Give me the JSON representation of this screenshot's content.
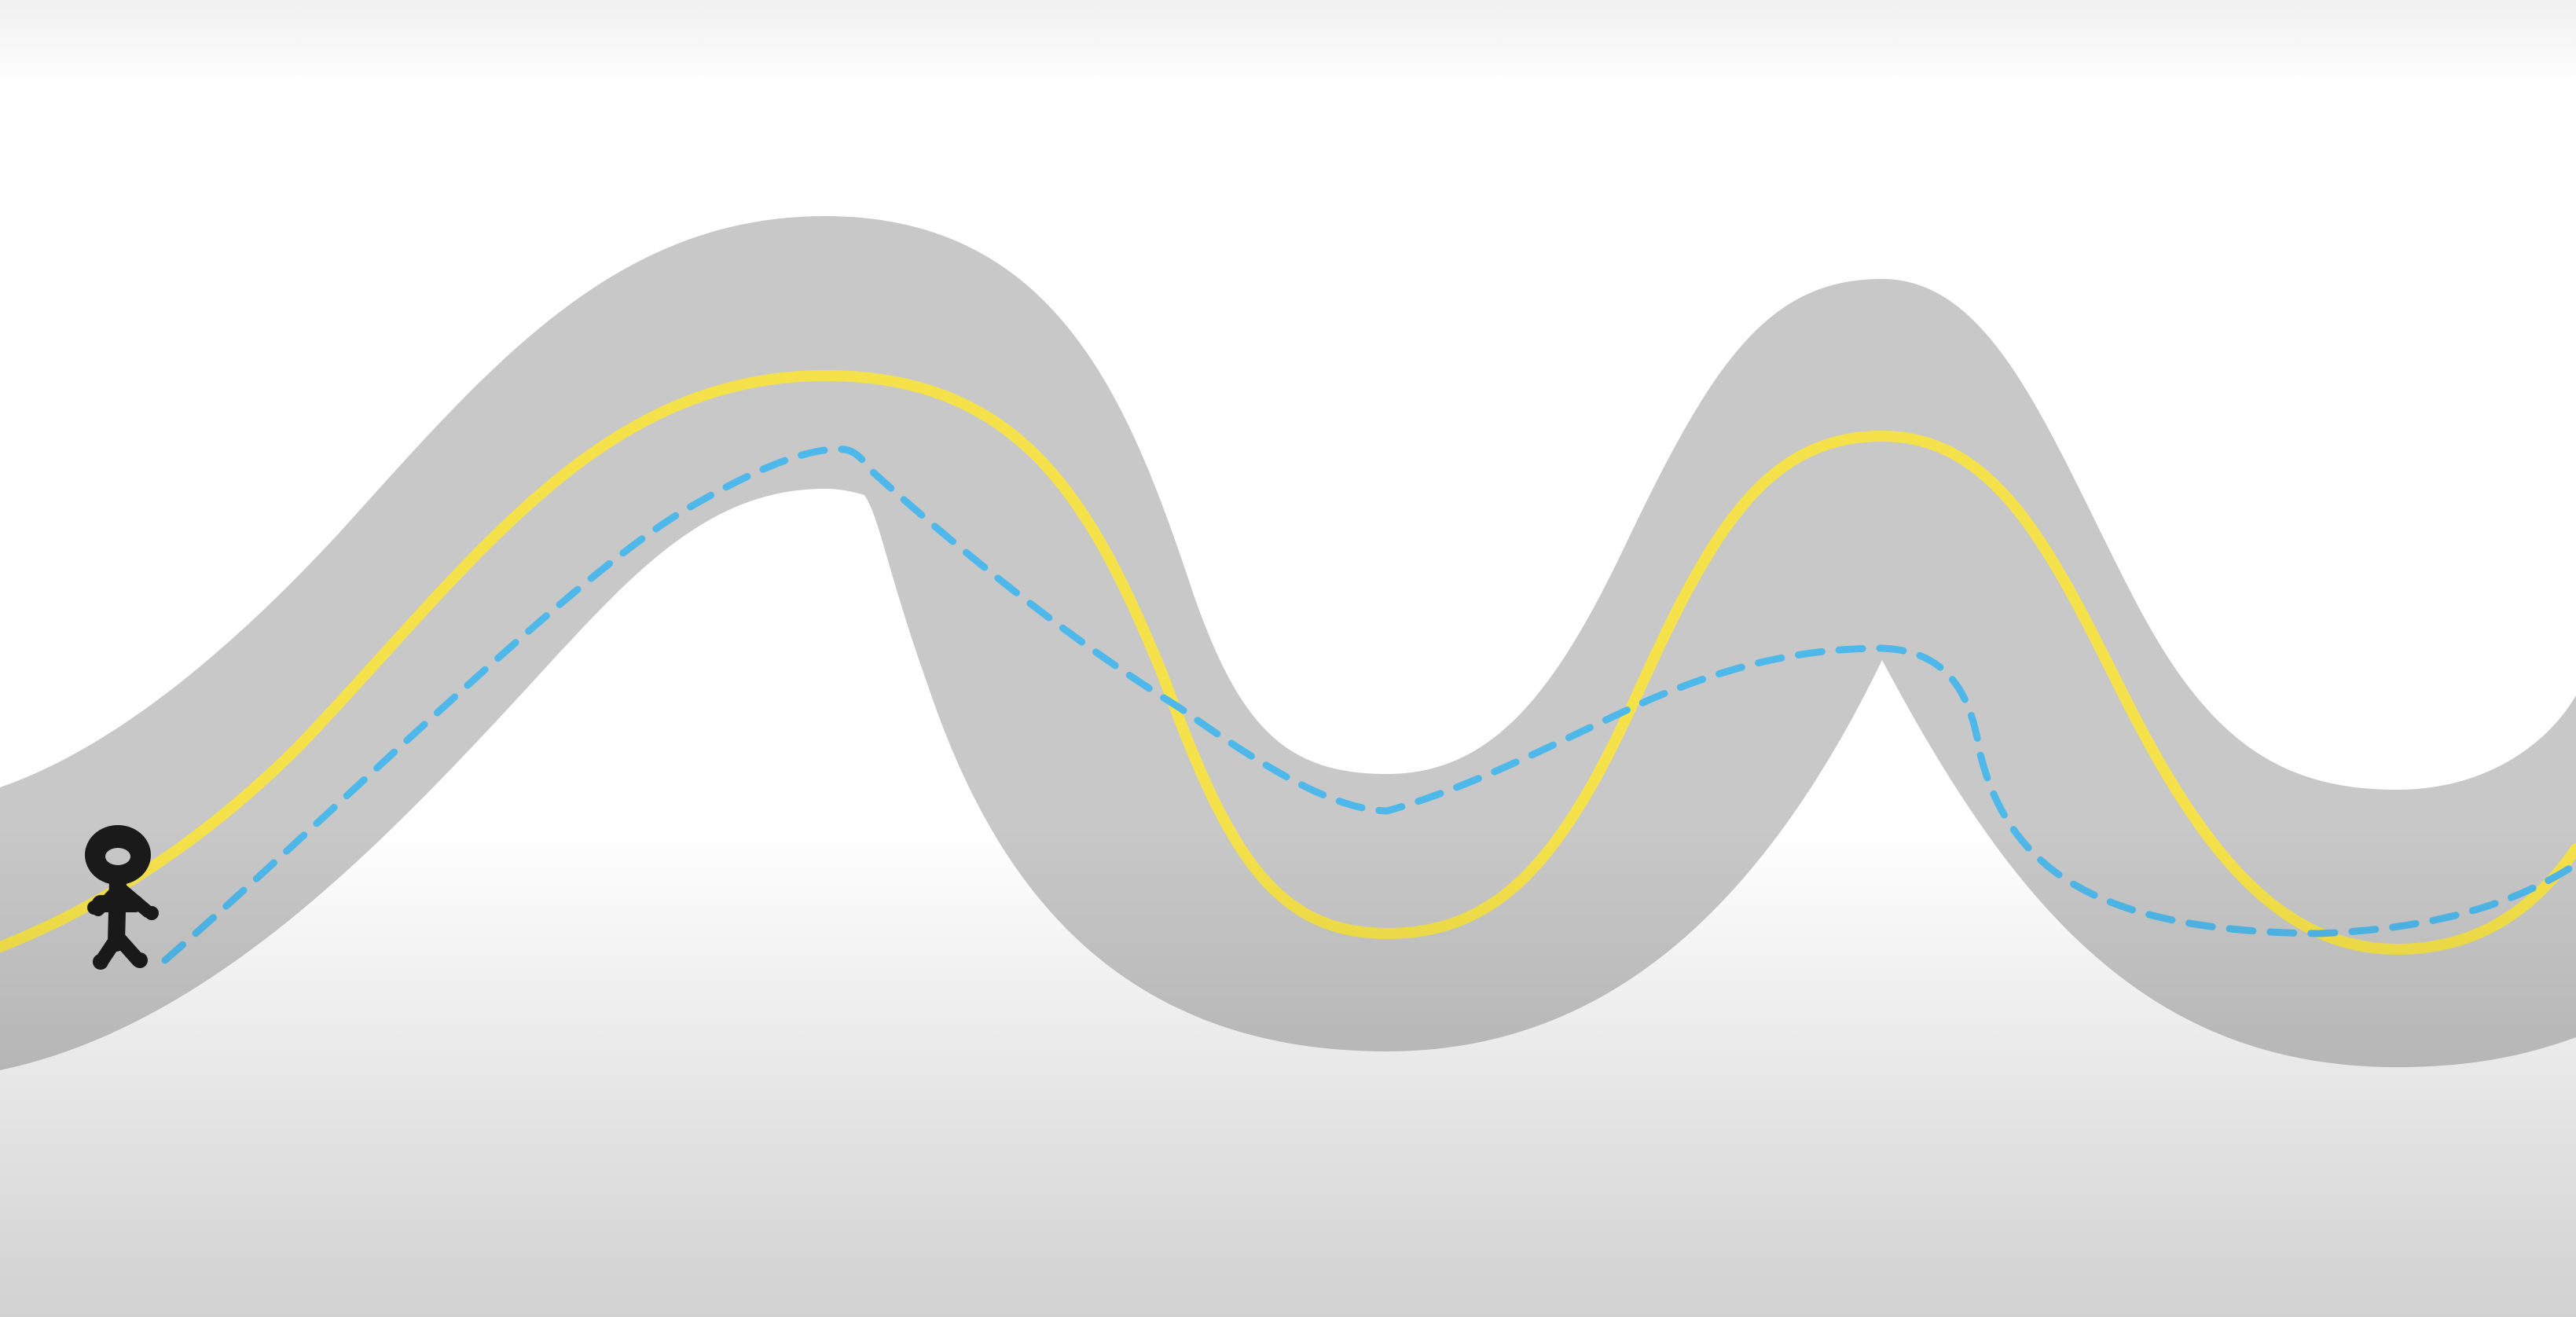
{
  "scene": {
    "description_labels": [],
    "colors": {
      "background": "#ffffff",
      "road": "#c8c8c8",
      "road_center_line": "#f5e24a",
      "shortcut_path": "#4fb8ea",
      "figure": "#1a1a1a"
    },
    "elements": {
      "road": "winding-road",
      "center_line": "yellow-center-line",
      "shortcut": "blue-dashed-racing-line",
      "figure": "stick-figure-icon"
    }
  }
}
